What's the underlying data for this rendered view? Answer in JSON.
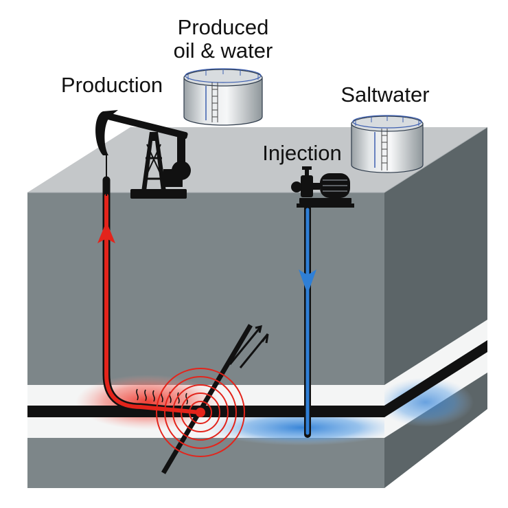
{
  "labels": {
    "production": "Production",
    "produced_line1": "Produced",
    "produced_line2": "oil & water",
    "saltwater": "Saltwater",
    "injection": "Injection"
  },
  "icons": {
    "pumpjack": "pumpjack-icon",
    "produced_tank": "storage-tank-icon",
    "saltwater_tank": "storage-tank-icon",
    "injection_pump": "injection-pump-icon",
    "up_arrow": "up-arrow-icon",
    "down_arrow": "down-arrow-icon",
    "fault_slip_arrows": "fault-slip-arrows-icon",
    "seismic_rings": "seismic-waves-icon"
  },
  "colors": {
    "production_flow": "#e3241b",
    "injection_flow": "#2f7fd6",
    "block_top": "#c4c7c9",
    "block_front": "#7d8689",
    "block_side": "#5c6568",
    "white_layer": "#f4f5f5",
    "black_layer": "#111111"
  }
}
